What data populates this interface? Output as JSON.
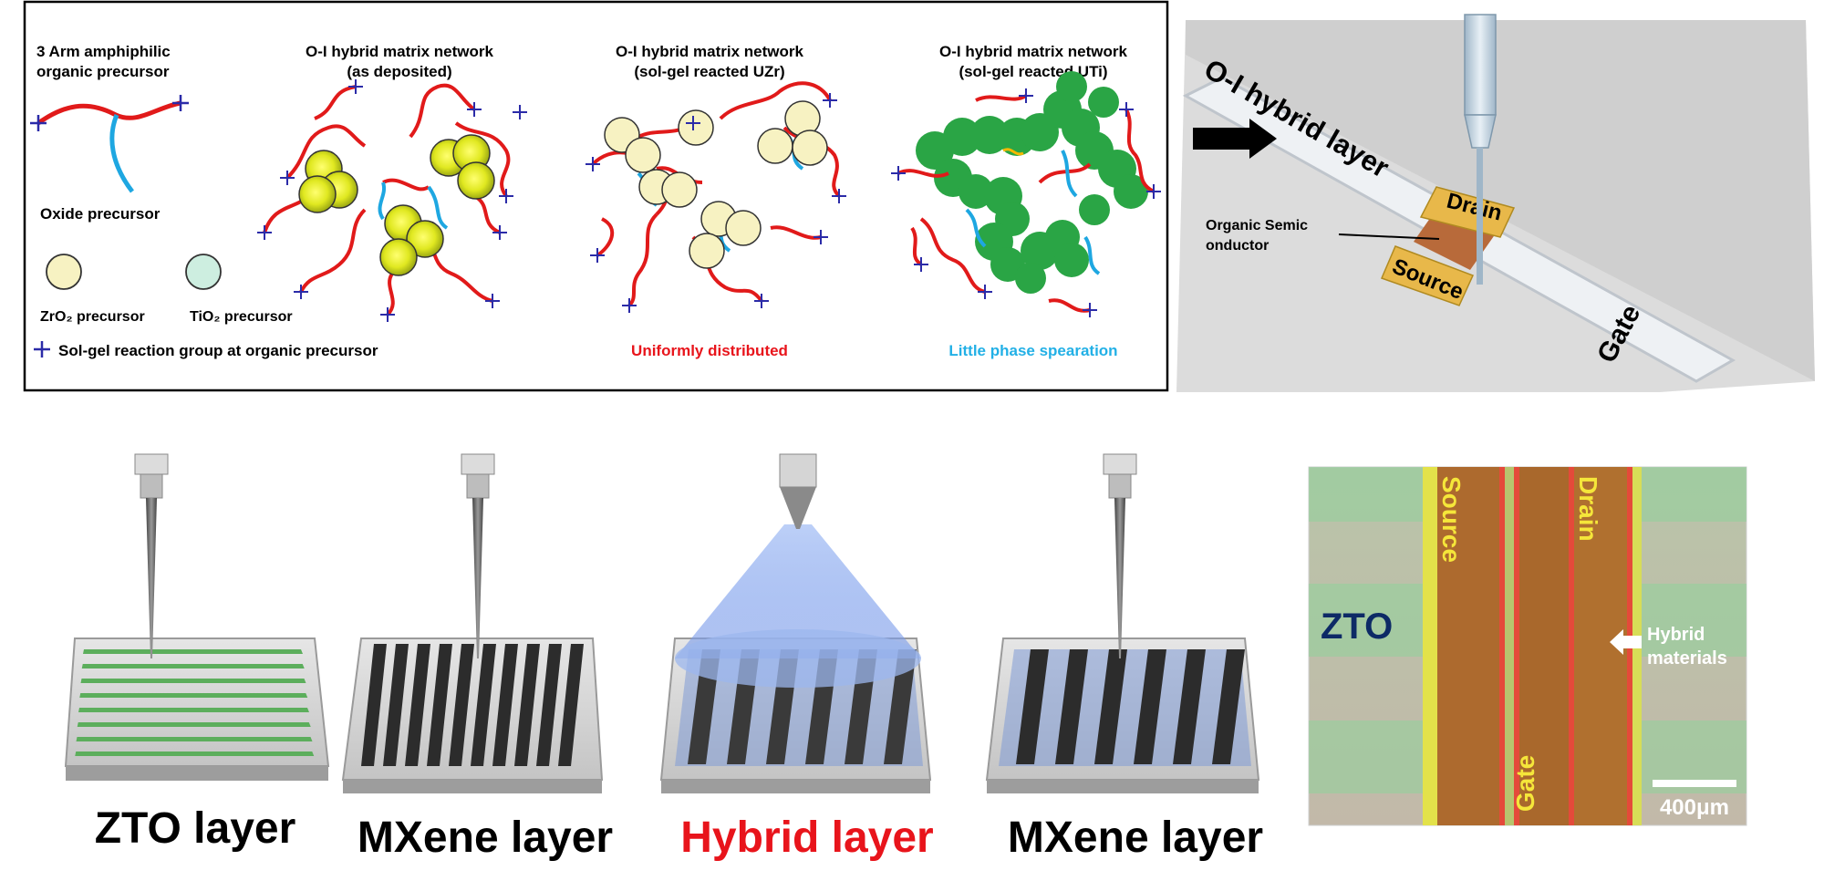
{
  "schematic": {
    "precursor_title_1": "3 Arm amphiphilic",
    "precursor_title_2": "organic precursor",
    "oxide_label": "Oxide precursor",
    "zro2_label": "ZrO₂ precursor",
    "tio2_label": "TiO₂ precursor",
    "solgel_label": "Sol-gel reaction group at organic precursor",
    "panel2_title_1": "O-I hybrid matrix network",
    "panel2_title_2": "(as deposited)",
    "panel3_title_1": "O-I hybrid matrix network",
    "panel3_title_2": "(sol-gel reacted UZr)",
    "panel4_title_1": "O-I hybrid matrix network",
    "panel4_title_2": "(sol-gel reacted UTi)",
    "uniform_caption": "Uniformly distributed",
    "phase_caption": "Little phase spearation"
  },
  "device": {
    "layer_label": "O-I hybrid layer",
    "drain": "Drain",
    "source": "Source",
    "gate": "Gate",
    "semic_1": "Organic Semic",
    "semic_2": "onductor"
  },
  "process": {
    "step1": "ZTO layer",
    "step2": "MXene layer",
    "step3": "Hybrid layer",
    "step4": "MXene layer"
  },
  "micrograph": {
    "zto": "ZTO",
    "source": "Source",
    "drain": "Drain",
    "gate": "Gate",
    "hybrid_1": "Hybrid",
    "hybrid_2": "materials",
    "scale": "400μm"
  },
  "colors": {
    "chain": "#e11a1a",
    "linker": "#1ea7e1",
    "zro2": "#f7f2c2",
    "tio2": "#cdeee0",
    "highlight_red": "#e8141b",
    "highlight_blue": "#22b0e6",
    "label_yellow": "#f5e63a"
  }
}
